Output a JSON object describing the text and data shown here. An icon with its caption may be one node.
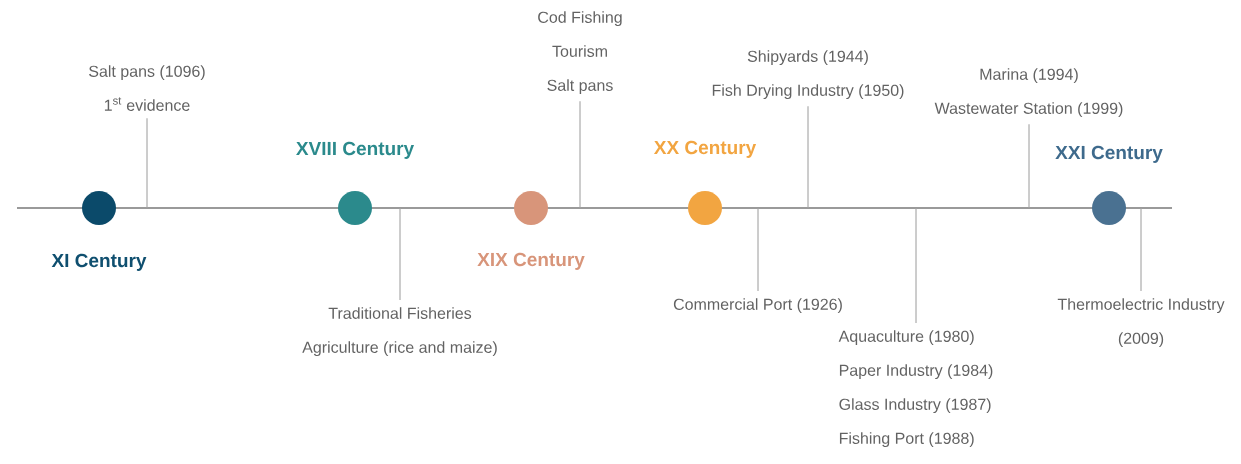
{
  "diagram": {
    "nodes": [
      {
        "text": [
          "XI Century"
        ]
      },
      {
        "text": [
          "Salt pans (1096)",
          "1$^{st}$ evidence"
        ]
      },
      {
        "text": [
          "XVIII Century"
        ]
      },
      {
        "text": [
          "Traditional Fisheries",
          "Agriculture (rice and maize)"
        ]
      },
      {
        "text": [
          "XIX Century"
        ]
      },
      {
        "text": [
          "Cod Fishing",
          "Tourism",
          "Salt pans"
        ]
      },
      {
        "text": [
          "XX Century"
        ]
      },
      {
        "text": [
          "Commercial Port (1926)"
        ]
      },
      {
        "text": [
          "Shipyards (1944)",
          "Fish Drying Industry (1950)"
        ]
      },
      {
        "text": [
          "Aquaculture (1980)",
          "Paper Industry (1984)",
          "Glass Industry (1987)",
          "Fishing Port (1988)"
        ]
      },
      {
        "text": [
          "Marina (1994)",
          "Wastewater Station (1999)"
        ]
      },
      {
        "text": [
          "XXI Century"
        ]
      },
      {
        "text": [
          "Thermoelectric Industry (2009)"
        ]
      }
    ],
    "edges": [
      {
        "from": 1,
        "to": null,
        "arrow": "none"
      },
      {
        "from": 3,
        "to": null,
        "arrow": "none"
      },
      {
        "from": 5,
        "to": null,
        "arrow": "none"
      },
      {
        "from": 7,
        "to": null,
        "arrow": "none"
      },
      {
        "from": 8,
        "to": null,
        "arrow": "none"
      },
      {
        "from": 9,
        "to": null,
        "arrow": "none"
      },
      {
        "from": 10,
        "to": null,
        "arrow": "none"
      },
      {
        "from": 12,
        "to": null,
        "arrow": "none"
      }
    ]
  }
}
